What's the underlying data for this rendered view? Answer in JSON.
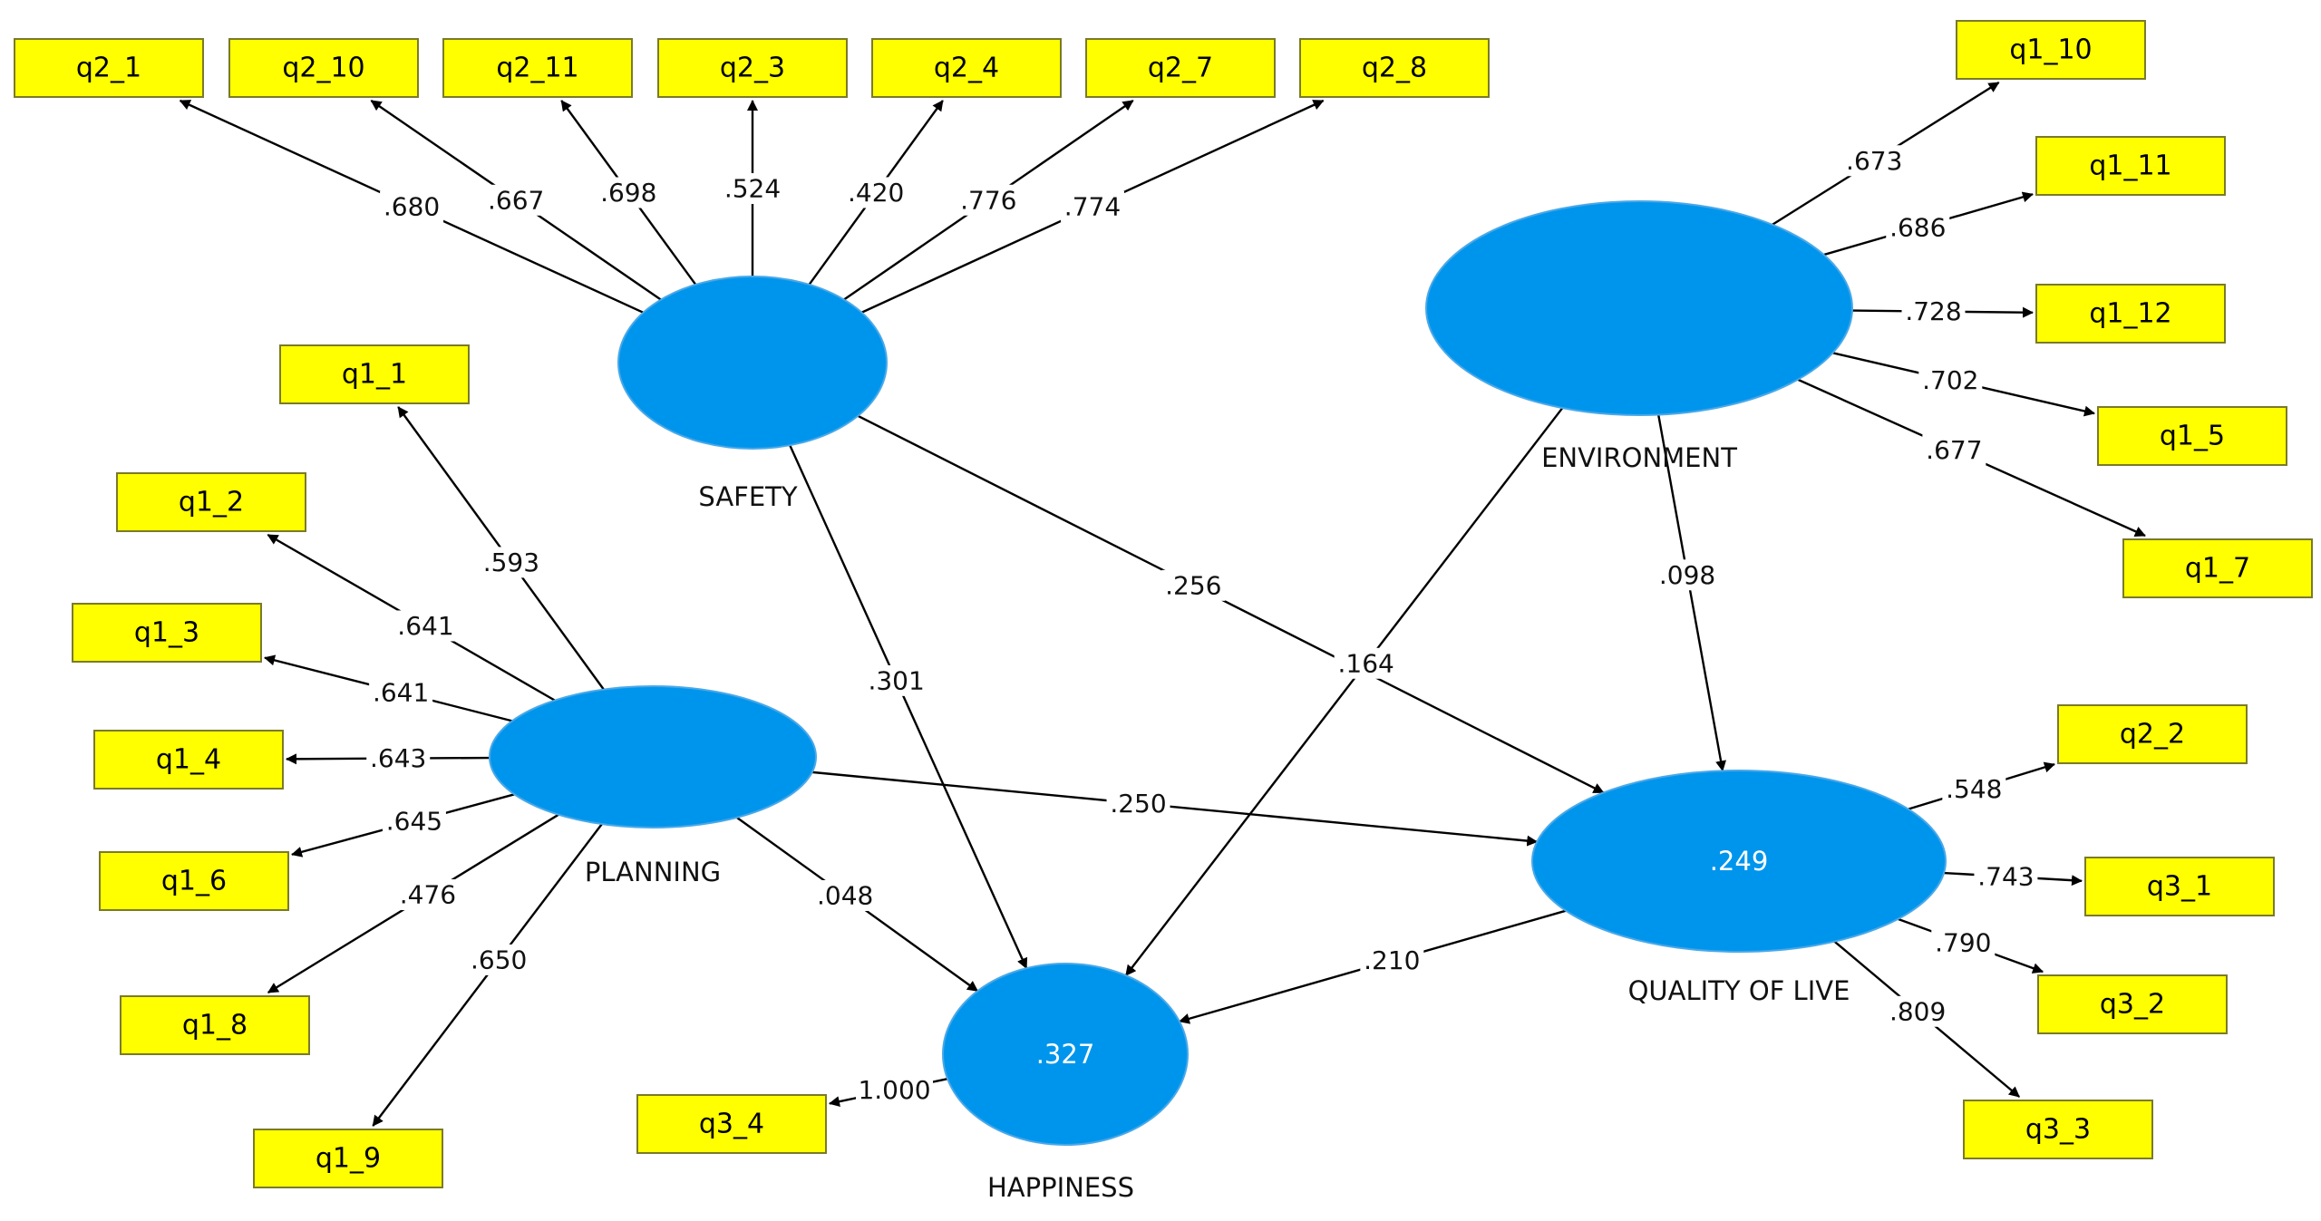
{
  "latents": [
    {
      "id": "SAFETY",
      "name": "SAFETY",
      "r2": ""
    },
    {
      "id": "ENVIRONMENT",
      "name": "ENVIRONMENT",
      "r2": ""
    },
    {
      "id": "PLANNING",
      "name": "PLANNING",
      "r2": ""
    },
    {
      "id": "QUALITY",
      "name": "QUALITY OF LIVE",
      "r2": ".249"
    },
    {
      "id": "HAPPINESS",
      "name": "HAPPINESS",
      "r2": ".327"
    }
  ],
  "indicators": [
    "q2_1",
    "q2_10",
    "q2_11",
    "q2_3",
    "q2_4",
    "q2_7",
    "q2_8",
    "q1_10",
    "q1_11",
    "q1_12",
    "q1_5",
    "q1_7",
    "q1_1",
    "q1_2",
    "q1_3",
    "q1_4",
    "q1_6",
    "q1_8",
    "q1_9",
    "q2_2",
    "q3_1",
    "q3_2",
    "q3_3",
    "q3_4"
  ],
  "outer_loadings": [
    {
      "latent": "SAFETY",
      "indicator": "q2_1",
      "value": ".680"
    },
    {
      "latent": "SAFETY",
      "indicator": "q2_10",
      "value": ".667"
    },
    {
      "latent": "SAFETY",
      "indicator": "q2_11",
      "value": ".698"
    },
    {
      "latent": "SAFETY",
      "indicator": "q2_3",
      "value": ".524"
    },
    {
      "latent": "SAFETY",
      "indicator": "q2_4",
      "value": ".420"
    },
    {
      "latent": "SAFETY",
      "indicator": "q2_7",
      "value": ".776"
    },
    {
      "latent": "SAFETY",
      "indicator": "q2_8",
      "value": ".774"
    },
    {
      "latent": "ENVIRONMENT",
      "indicator": "q1_10",
      "value": ".673"
    },
    {
      "latent": "ENVIRONMENT",
      "indicator": "q1_11",
      "value": ".686"
    },
    {
      "latent": "ENVIRONMENT",
      "indicator": "q1_12",
      "value": ".728"
    },
    {
      "latent": "ENVIRONMENT",
      "indicator": "q1_5",
      "value": ".702"
    },
    {
      "latent": "ENVIRONMENT",
      "indicator": "q1_7",
      "value": ".677"
    },
    {
      "latent": "PLANNING",
      "indicator": "q1_1",
      "value": ".593"
    },
    {
      "latent": "PLANNING",
      "indicator": "q1_2",
      "value": ".641"
    },
    {
      "latent": "PLANNING",
      "indicator": "q1_3",
      "value": ".641"
    },
    {
      "latent": "PLANNING",
      "indicator": "q1_4",
      "value": ".643"
    },
    {
      "latent": "PLANNING",
      "indicator": "q1_6",
      "value": ".645"
    },
    {
      "latent": "PLANNING",
      "indicator": "q1_8",
      "value": ".476"
    },
    {
      "latent": "PLANNING",
      "indicator": "q1_9",
      "value": ".650"
    },
    {
      "latent": "QUALITY",
      "indicator": "q2_2",
      "value": ".548"
    },
    {
      "latent": "QUALITY",
      "indicator": "q3_1",
      "value": ".743"
    },
    {
      "latent": "QUALITY",
      "indicator": "q3_2",
      "value": ".790"
    },
    {
      "latent": "QUALITY",
      "indicator": "q3_3",
      "value": ".809"
    },
    {
      "latent": "HAPPINESS",
      "indicator": "q3_4",
      "value": "1.000"
    }
  ],
  "path_coefficients": [
    {
      "from": "SAFETY",
      "to": "QUALITY",
      "value": ".256"
    },
    {
      "from": "SAFETY",
      "to": "HAPPINESS",
      "value": ".301"
    },
    {
      "from": "ENVIRONMENT",
      "to": "QUALITY",
      "value": ".098"
    },
    {
      "from": "ENVIRONMENT",
      "to": "HAPPINESS",
      "value": ".164"
    },
    {
      "from": "PLANNING",
      "to": "QUALITY",
      "value": ".250"
    },
    {
      "from": "PLANNING",
      "to": "HAPPINESS",
      "value": ".048"
    },
    {
      "from": "QUALITY",
      "to": "HAPPINESS",
      "value": ".210"
    }
  ],
  "colors": {
    "latent_fill": "#0095ed",
    "indicator_fill": "#ffff00",
    "edge": "#000000"
  }
}
